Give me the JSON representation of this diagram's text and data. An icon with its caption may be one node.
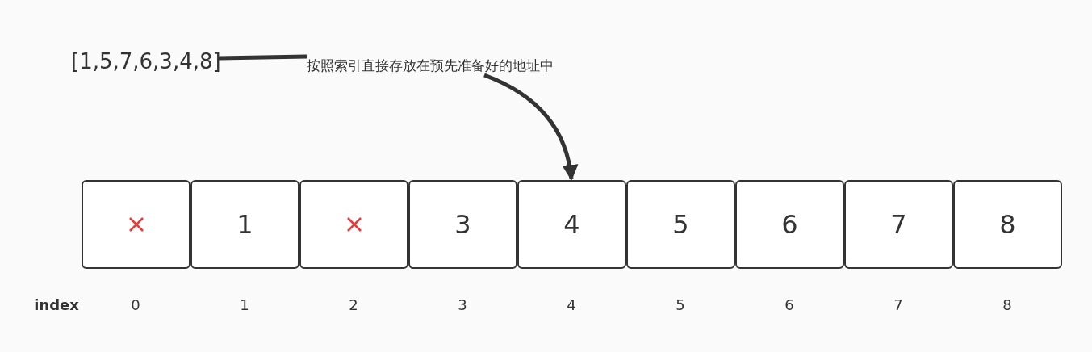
{
  "diagram": {
    "nodes": [
      {
        "text": [
          "[1,5,7,6,3,4,8]"
        ]
      },
      {
        "text": [
          "按照索引直接存放在预先准备好的地址中"
        ]
      },
      {
        "text": [],
        "shape": "box"
      },
      {
        "text": [
          "1"
        ]
      },
      {
        "text": [],
        "shape": "box"
      },
      {
        "text": [
          "3"
        ]
      },
      {
        "text": [
          "4"
        ]
      },
      {
        "text": [
          "5"
        ]
      },
      {
        "text": [
          "6"
        ]
      },
      {
        "text": [
          "7"
        ]
      },
      {
        "text": [
          "8"
        ]
      }
    ],
    "edges": [
      {
        "from": 0,
        "to": 1,
        "arrow": "none"
      },
      {
        "from": 1,
        "to": 6,
        "arrow": "to"
      }
    ],
    "labels": [
      "index",
      "0",
      "1",
      "2",
      "3",
      "4",
      "5",
      "6",
      "7",
      "8"
    ]
  }
}
